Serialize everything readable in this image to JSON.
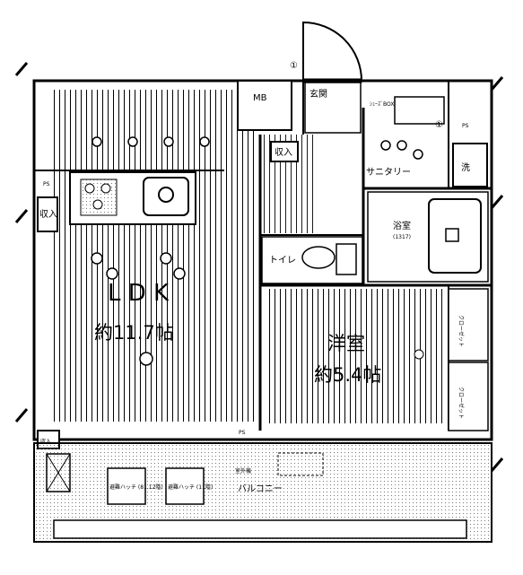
{
  "rooms": {
    "ldk": {
      "name": "L D K",
      "area": "約11.7帖"
    },
    "western": {
      "name": "洋室",
      "area": "約5.4帖"
    },
    "entrance": {
      "name": "玄関",
      "note": "ｼｭｰｽﾞBOX"
    },
    "toilet": {
      "name": "トイレ"
    },
    "bath": {
      "name": "浴室",
      "size": "(1317)"
    },
    "sanitary": {
      "name": "サニタリー"
    },
    "wash": {
      "name": "洗"
    },
    "balcony": {
      "name": "バルコニー",
      "outdoor_unit": "室外機"
    }
  },
  "fixtures": {
    "storage_1": "収入",
    "storage_2": "収入",
    "storage_3": "収入",
    "ps_1": "PS",
    "ps_2": "PS",
    "ps_3": "PS",
    "closet_1": "クローゼット",
    "closet_2": "クローゼット",
    "mb": "MB",
    "hatch_1": "避難ハッチ (81.12階)",
    "hatch_2": "避難ハッチ (11階)"
  },
  "markers": {
    "m1": "①",
    "m2": "①"
  }
}
